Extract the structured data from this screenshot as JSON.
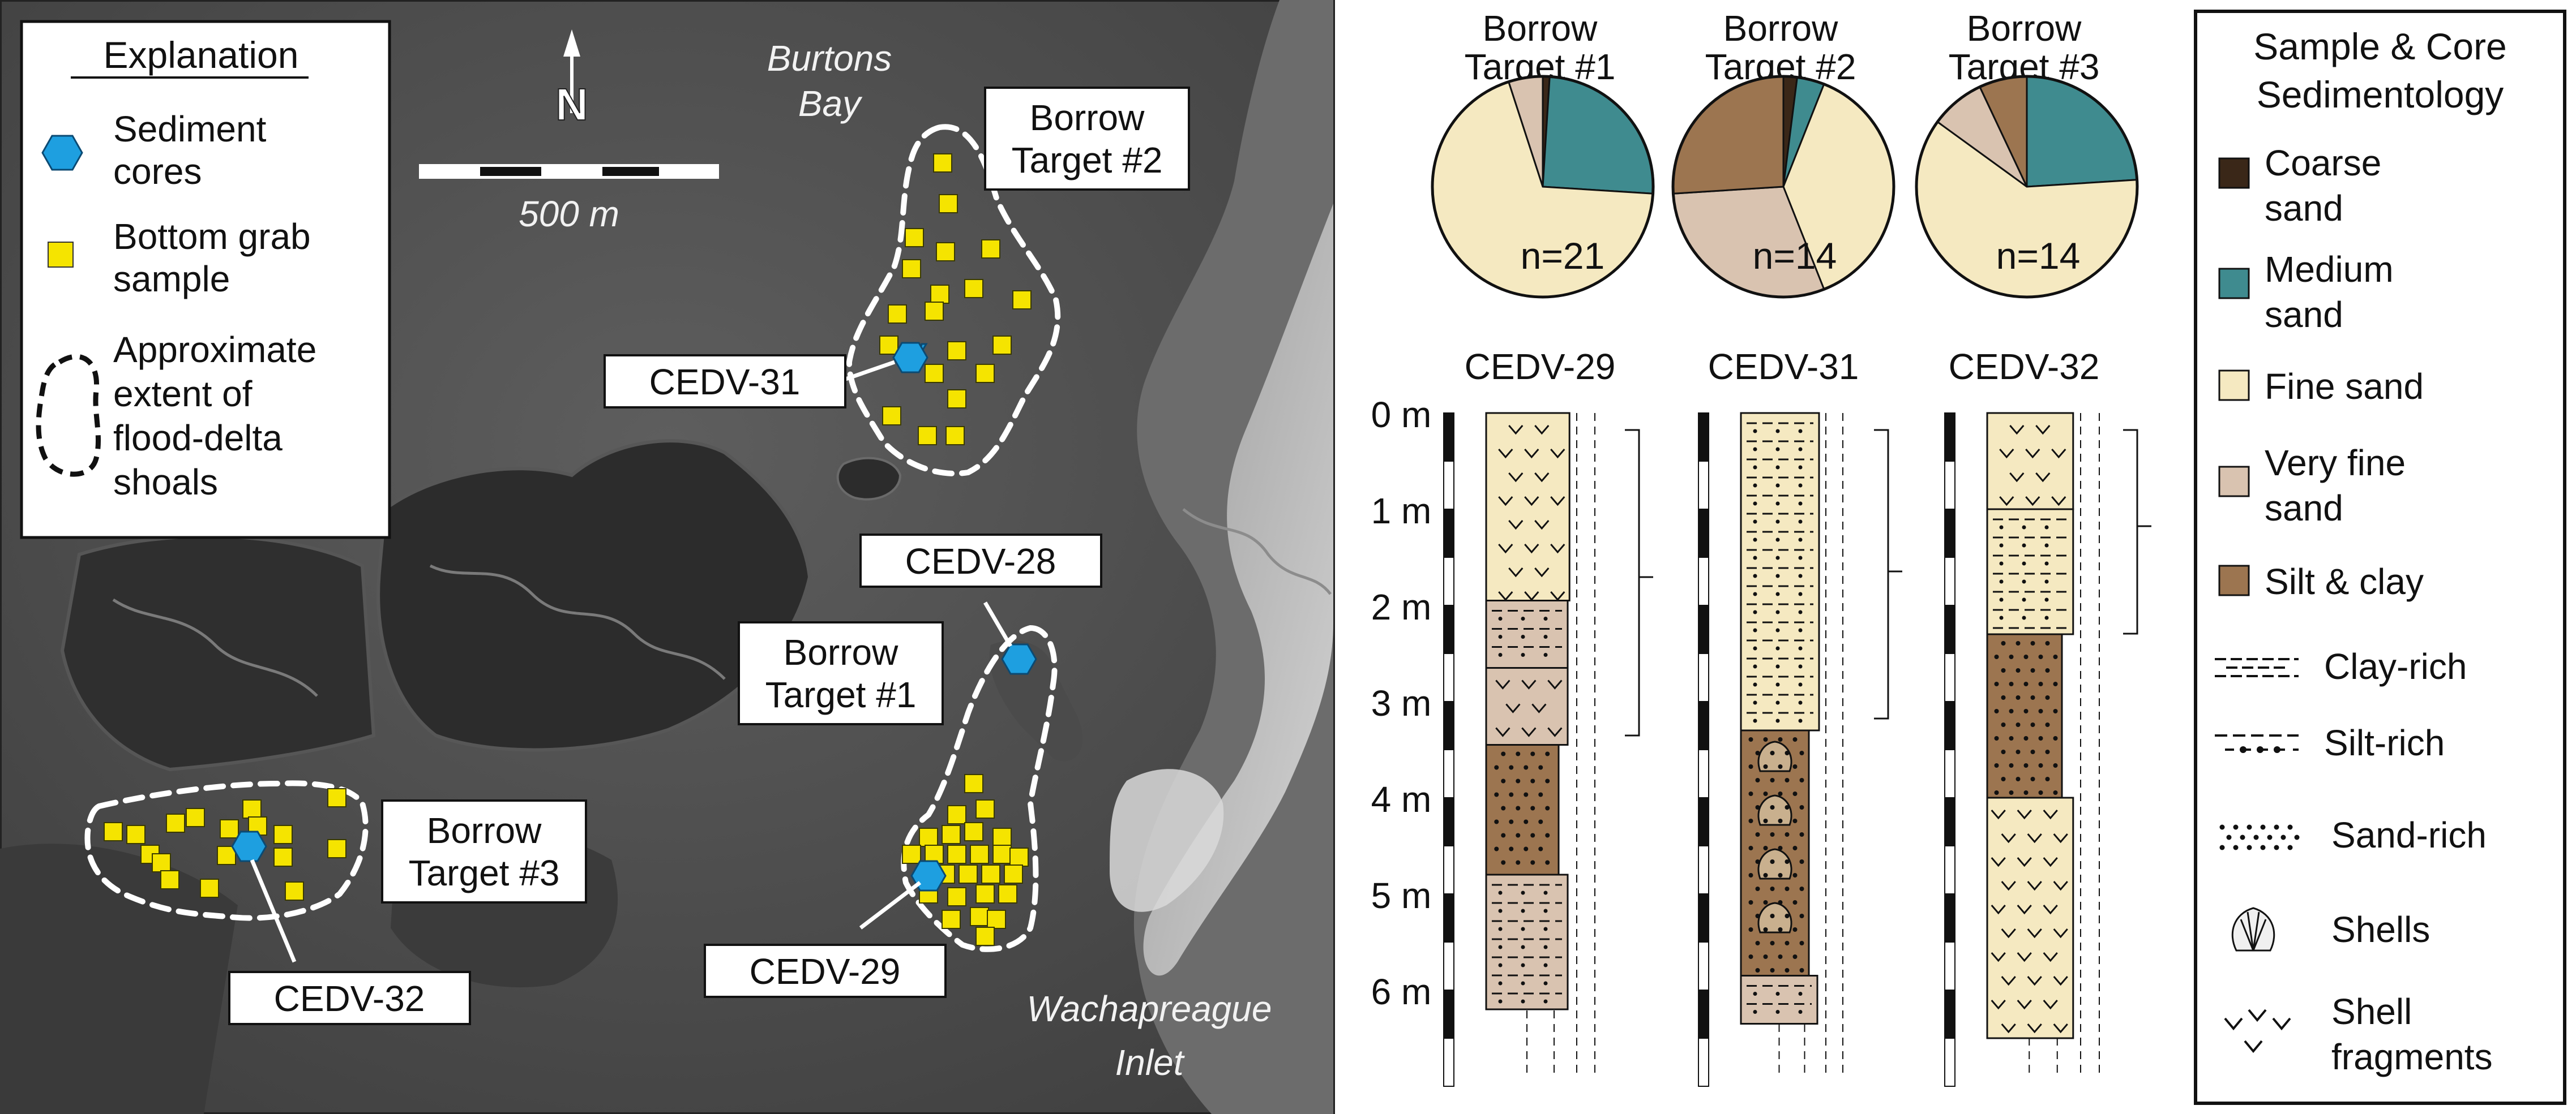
{
  "map": {
    "explanation": {
      "title": "Explanation",
      "items": [
        {
          "lines": [
            "Sediment",
            "cores"
          ],
          "symbol": "hexagon",
          "color": "#1e9fe0"
        },
        {
          "lines": [
            "Bottom grab",
            "sample"
          ],
          "symbol": "square",
          "color": "#f5e400"
        },
        {
          "lines": [
            "Approximate",
            "extent of",
            "flood-delta",
            "shoals"
          ],
          "symbol": "dashed-outline"
        }
      ]
    },
    "north_arrow": "N",
    "scale_label": "500 m",
    "place_labels": {
      "bay": [
        "Burtons",
        "Bay"
      ],
      "inlet": [
        "Wachapreague",
        "Inlet"
      ]
    },
    "targets": {
      "t1": [
        "Borrow",
        "Target #1"
      ],
      "t2": [
        "Borrow",
        "Target #2"
      ],
      "t3": [
        "Borrow",
        "Target #3"
      ]
    },
    "cores": {
      "c28": "CEDV-28",
      "c29": "CEDV-29",
      "c31": "CEDV-31",
      "c32": "CEDV-32"
    },
    "colors": {
      "core": "#1e9fe0",
      "grab": "#f5e400",
      "label_box": "#ffffff"
    }
  },
  "pies": [
    {
      "title": [
        "Borrow",
        "Target #1"
      ],
      "n": "n=21",
      "fractions": [
        0.01,
        0.25,
        0.69,
        0.05,
        0.0
      ]
    },
    {
      "title": [
        "Borrow",
        "Target #2"
      ],
      "n": "n=14",
      "fractions": [
        0.02,
        0.04,
        0.38,
        0.3,
        0.26
      ]
    },
    {
      "title": [
        "Borrow",
        "Target #3"
      ],
      "n": "n=14",
      "fractions": [
        0.0,
        0.24,
        0.61,
        0.08,
        0.07
      ]
    }
  ],
  "core_logs": {
    "depth_labels": [
      "0 m",
      "1 m",
      "2 m",
      "3 m",
      "4 m",
      "5 m",
      "6 m"
    ],
    "max_depth_m": 7,
    "cores": [
      {
        "name": "CEDV-29",
        "units": [
          {
            "top": 0.0,
            "bottom": 1.95,
            "class": "fine",
            "pattern": "fragments"
          },
          {
            "top": 1.95,
            "bottom": 2.65,
            "class": "vfine",
            "pattern": "silt"
          },
          {
            "top": 2.65,
            "bottom": 3.45,
            "class": "vfine",
            "pattern": "fragments"
          },
          {
            "top": 3.45,
            "bottom": 4.8,
            "class": "silt",
            "pattern": "sand"
          },
          {
            "top": 4.8,
            "bottom": 6.2,
            "class": "vfine",
            "pattern": "silt"
          }
        ]
      },
      {
        "name": "CEDV-31",
        "units": [
          {
            "top": 0.0,
            "bottom": 3.3,
            "class": "fine",
            "pattern": "silt"
          },
          {
            "top": 3.3,
            "bottom": 5.85,
            "class": "silt",
            "pattern": "shells"
          },
          {
            "top": 5.85,
            "bottom": 6.35,
            "class": "vfine",
            "pattern": "silt"
          }
        ]
      },
      {
        "name": "CEDV-32",
        "units": [
          {
            "top": 0.0,
            "bottom": 1.0,
            "class": "fine",
            "pattern": "fragments"
          },
          {
            "top": 1.0,
            "bottom": 2.3,
            "class": "fine",
            "pattern": "silt"
          },
          {
            "top": 2.3,
            "bottom": 4.0,
            "class": "silt",
            "pattern": "sand"
          },
          {
            "top": 4.0,
            "bottom": 6.5,
            "class": "fine",
            "pattern": "fragments"
          }
        ]
      }
    ]
  },
  "sedimentology_legend": {
    "title": [
      "Sample & Core",
      "Sedimentology"
    ],
    "classes": [
      {
        "key": "coarse",
        "lines": [
          "Coarse",
          "sand"
        ],
        "color": "#3a2718"
      },
      {
        "key": "medium",
        "lines": [
          "Medium",
          "sand"
        ],
        "color": "#3f8b8f"
      },
      {
        "key": "fine",
        "lines": [
          "Fine sand"
        ],
        "color": "#f5e9c1"
      },
      {
        "key": "vfine",
        "lines": [
          "Very fine",
          "sand"
        ],
        "color": "#d9c3b0"
      },
      {
        "key": "silt",
        "lines": [
          "Silt & clay"
        ],
        "color": "#9c7550"
      }
    ],
    "patterns": [
      {
        "key": "clay",
        "lines": [
          "Clay-rich"
        ]
      },
      {
        "key": "silt",
        "lines": [
          "Silt-rich"
        ]
      },
      {
        "key": "sand",
        "lines": [
          "Sand-rich"
        ]
      },
      {
        "key": "shells",
        "lines": [
          "Shells"
        ]
      },
      {
        "key": "fragments",
        "lines": [
          "Shell",
          "fragments"
        ]
      }
    ]
  }
}
